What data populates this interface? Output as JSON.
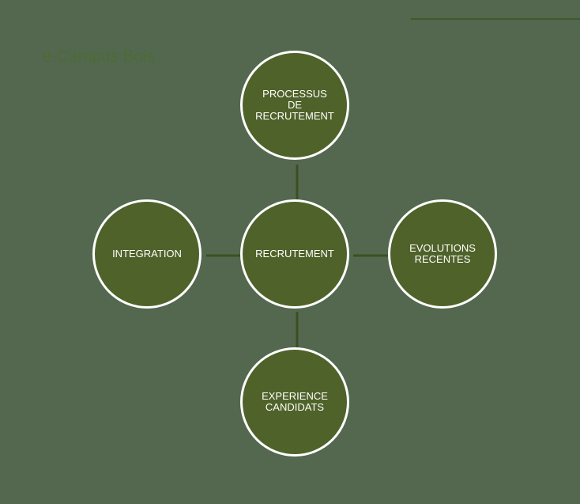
{
  "brand": {
    "text": "e-Campus Bois"
  },
  "colors": {
    "background": "#53684f",
    "node_fill": "#4f6229",
    "node_border": "#ffffff",
    "connector": "#3d4f22",
    "brand_text": "#4f6b34"
  },
  "diagram": {
    "center": {
      "label": "RECRUTEMENT"
    },
    "top": {
      "label": "PROCESSUS\nDE\nRECRUTEMENT"
    },
    "right": {
      "label": "EVOLUTIONS\nRECENTES"
    },
    "bottom": {
      "label": "EXPERIENCE\nCANDIDATS"
    },
    "left": {
      "label": "INTEGRATION"
    }
  }
}
